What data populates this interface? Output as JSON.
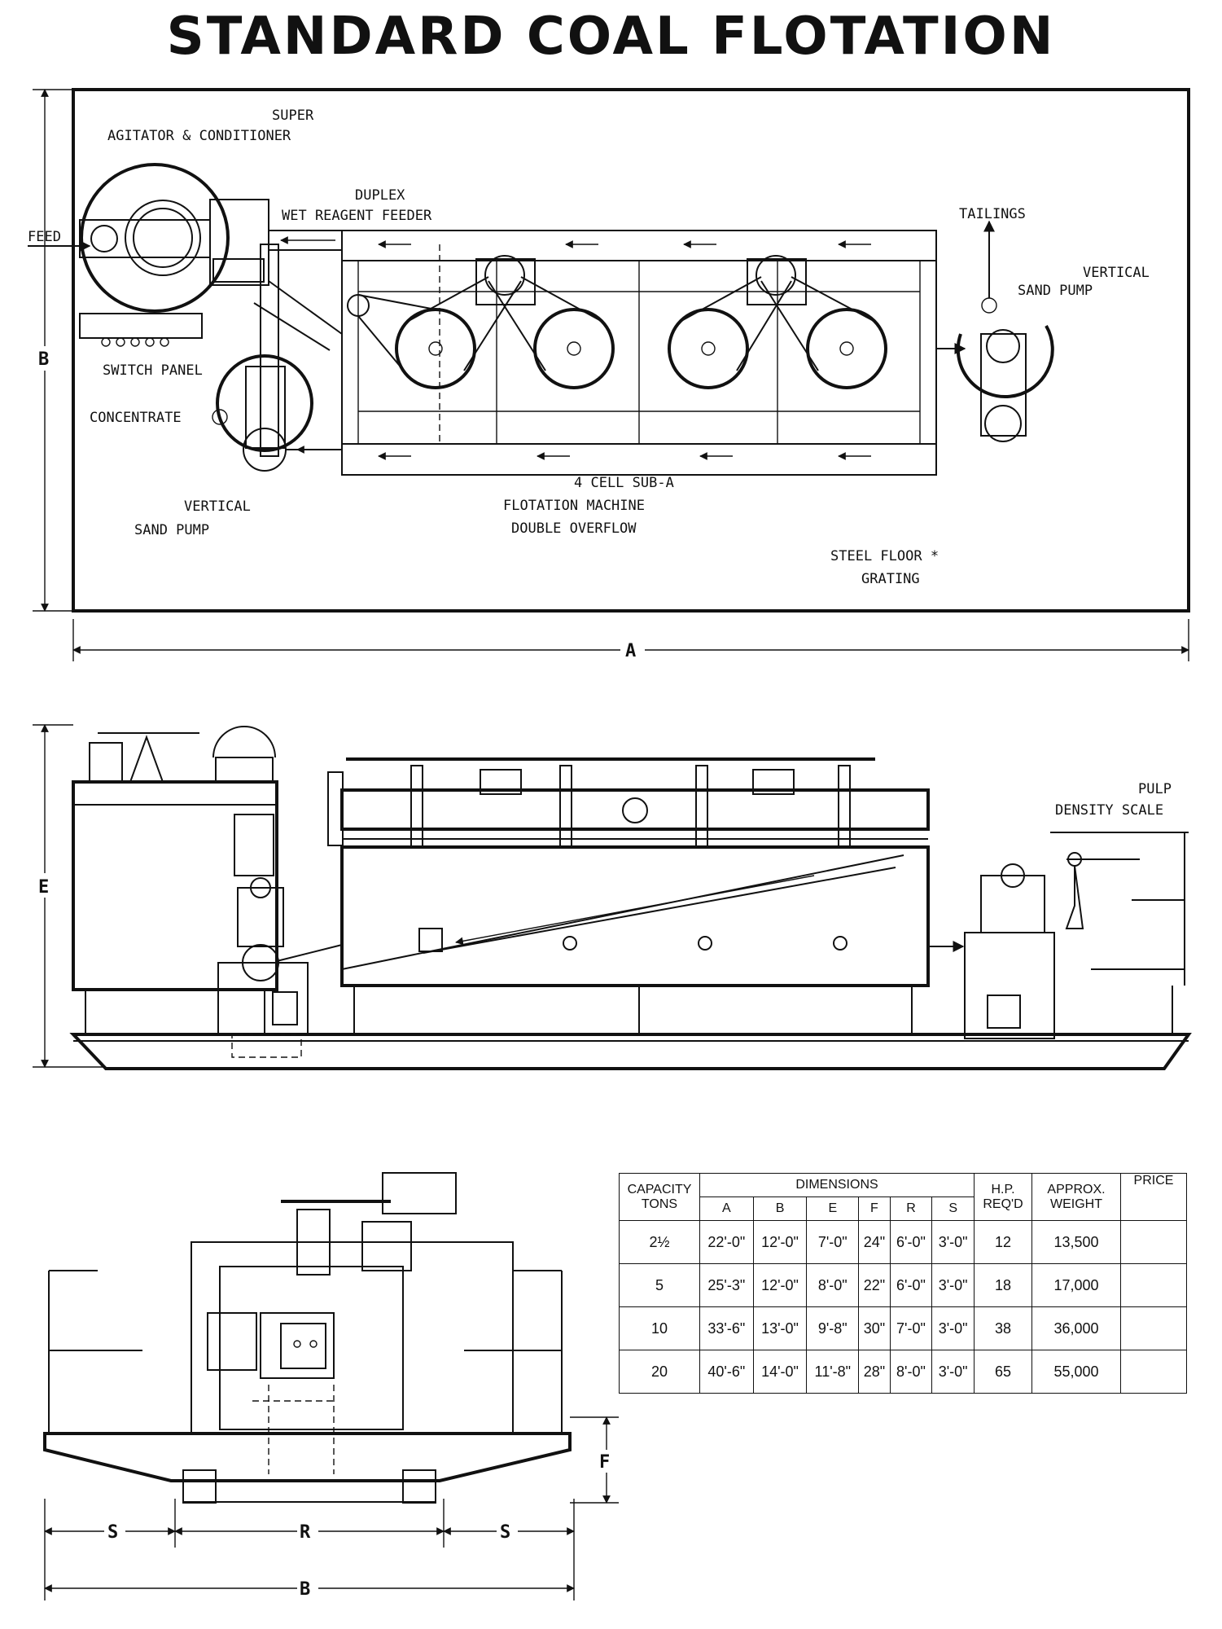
{
  "title": "STANDARD COAL FLOTATION",
  "plan_view": {
    "labels": {
      "super": "SUPER",
      "agitator": "AGITATOR & CONDITIONER",
      "duplex": "DUPLEX",
      "reagent_feeder": "WET REAGENT FEEDER",
      "tailings": "TAILINGS",
      "vertical_right": "VERTICAL",
      "sand_pump_right": "SAND PUMP",
      "feed": "FEED",
      "switch_panel": "SWITCH PANEL",
      "concentrate": "CONCENTRATE",
      "cell_sub_a": "4 CELL SUB-A",
      "flotation_machine": "FLOTATION MACHINE",
      "double_overflow": "DOUBLE OVERFLOW",
      "vertical_left": "VERTICAL",
      "sand_pump_left": "SAND PUMP",
      "steel_floor": "STEEL FLOOR *",
      "grating": "GRATING"
    },
    "dim_a": "A",
    "dim_b": "B"
  },
  "elevation_view": {
    "pulp": "PULP",
    "density_scale": "DENSITY SCALE",
    "dim_e": "E"
  },
  "end_view": {
    "dim_s_left": "S",
    "dim_r": "R",
    "dim_s_right": "S",
    "dim_b": "B",
    "dim_f": "F"
  },
  "spec_table": {
    "headers": {
      "capacity": "CAPACITY",
      "tons": "TONS",
      "dimensions": "DIMENSIONS",
      "hp": "H.P.",
      "reqd": "REQ'D",
      "approx": "APPROX.",
      "weight": "WEIGHT",
      "price": "PRICE"
    },
    "dim_columns": [
      "A",
      "B",
      "E",
      "F",
      "R",
      "S"
    ],
    "rows": [
      {
        "tons": "2½",
        "A": "22'-0\"",
        "B": "12'-0\"",
        "E": "7'-0\"",
        "F": "24\"",
        "R": "6'-0\"",
        "S": "3'-0\"",
        "hp": "12",
        "weight": "13,500",
        "price": ""
      },
      {
        "tons": "5",
        "A": "25'-3\"",
        "B": "12'-0\"",
        "E": "8'-0\"",
        "F": "22\"",
        "R": "6'-0\"",
        "S": "3'-0\"",
        "hp": "18",
        "weight": "17,000",
        "price": ""
      },
      {
        "tons": "10",
        "A": "33'-6\"",
        "B": "13'-0\"",
        "E": "9'-8\"",
        "F": "30\"",
        "R": "7'-0\"",
        "S": "3'-0\"",
        "hp": "38",
        "weight": "36,000",
        "price": ""
      },
      {
        "tons": "20",
        "A": "40'-6\"",
        "B": "14'-0\"",
        "E": "11'-8\"",
        "F": "28\"",
        "R": "8'-0\"",
        "S": "3'-0\"",
        "hp": "65",
        "weight": "55,000",
        "price": ""
      }
    ]
  }
}
